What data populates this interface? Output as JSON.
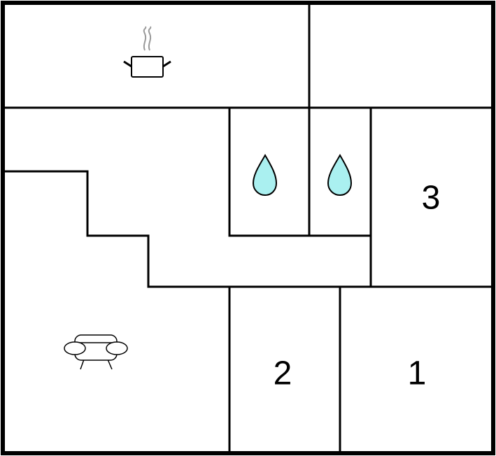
{
  "rooms": [
    {
      "id": "kitchen",
      "icon": "kitchen-pot-icon"
    },
    {
      "id": "room-top-right"
    },
    {
      "id": "hallway"
    },
    {
      "id": "bathroom-1",
      "icon": "water-drop-icon"
    },
    {
      "id": "bathroom-2",
      "icon": "water-drop-icon"
    },
    {
      "id": "bedroom-3",
      "label": "3"
    },
    {
      "id": "living-room",
      "icon": "sofa-icon"
    },
    {
      "id": "bedroom-2",
      "label": "2"
    },
    {
      "id": "bedroom-1",
      "label": "1"
    }
  ],
  "colors": {
    "wall": "#000000",
    "water": "#aaf0f0",
    "steam": "#999999",
    "background": "#ffffff"
  }
}
